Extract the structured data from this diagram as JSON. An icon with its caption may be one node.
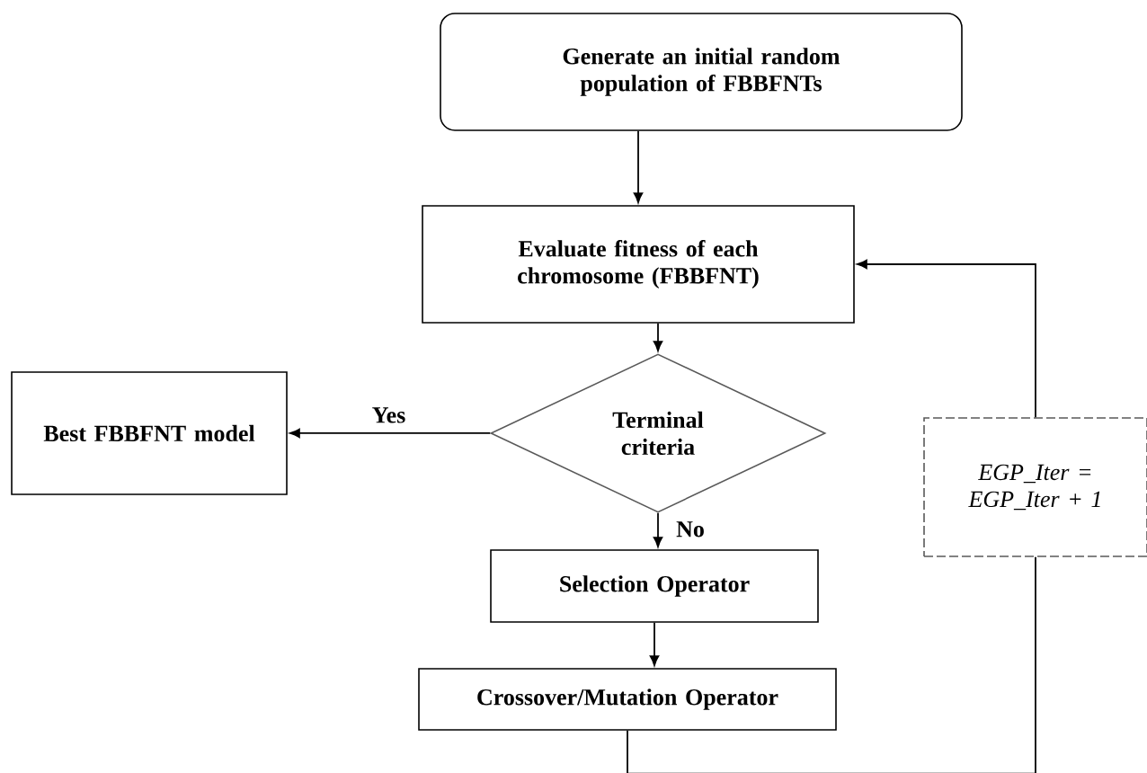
{
  "diagram": {
    "nodes": [
      {
        "text": [
          "Generate an initial random population of FBBFNTs"
        ]
      },
      {
        "text": [
          "Evaluate fitness of each chromosome (FBBFNT)"
        ]
      },
      {
        "text": [
          "Terminal criteria"
        ]
      },
      {
        "text": [
          "Best FBBFNT model"
        ]
      },
      {
        "text": [
          "Selection Operator"
        ]
      },
      {
        "text": [
          "Crossover/Mutation Operator"
        ]
      },
      {
        "text": [
          "EGP_Iter = EGP_Iter + 1"
        ]
      }
    ],
    "edges": [
      {
        "from": 0,
        "to": 1,
        "arrow": "to"
      },
      {
        "from": 1,
        "to": 2,
        "arrow": "to"
      },
      {
        "from": 2,
        "to": 3,
        "arrow": "to",
        "label": "Yes"
      },
      {
        "from": 2,
        "to": 4,
        "arrow": "to",
        "label": "No"
      },
      {
        "from": 4,
        "to": 5,
        "arrow": "to"
      },
      {
        "from": 5,
        "to": 6,
        "arrow": "none"
      },
      {
        "from": 6,
        "to": 1,
        "arrow": "to"
      }
    ]
  }
}
